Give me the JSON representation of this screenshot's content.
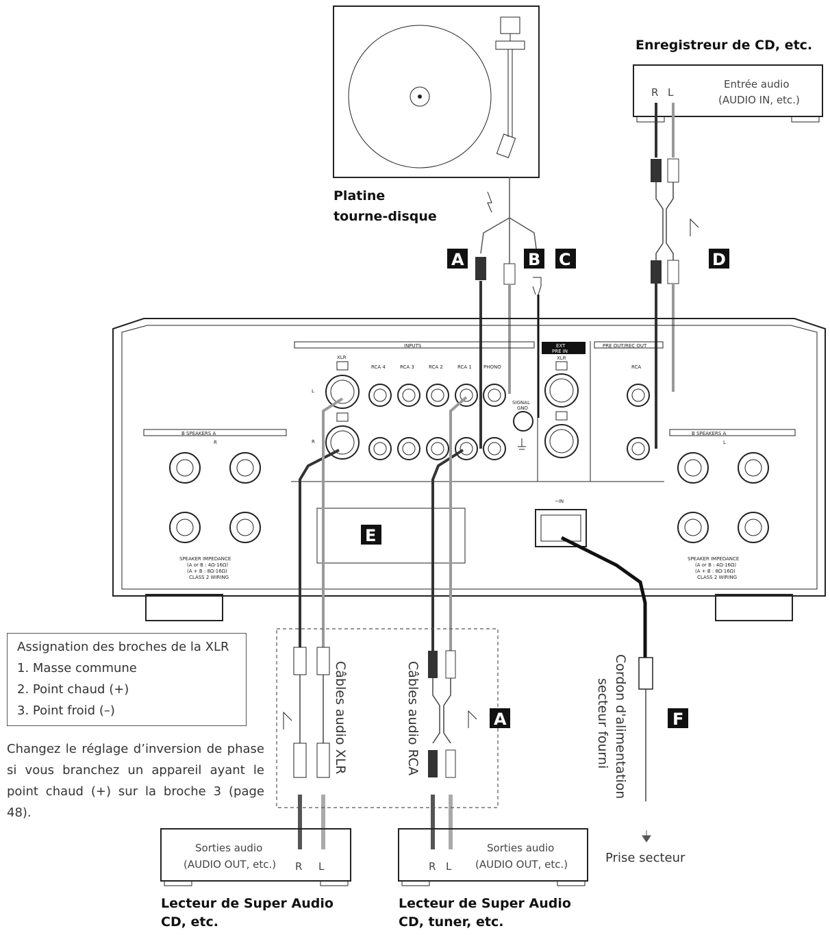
{
  "devices": {
    "turntable": {
      "label_line1": "Platine",
      "label_line2": "tourne-disque"
    },
    "cd_recorder": {
      "label": "Enregistreur de CD, etc.",
      "input_line1": "Entrée audio",
      "input_line2": "(AUDIO IN, etc.)",
      "r": "R",
      "l": "L"
    },
    "sacd_player_xlr": {
      "label_line1": "Lecteur de Super Audio",
      "label_line2": "CD, etc.",
      "output_line1": "Sorties audio",
      "output_line2": "(AUDIO OUT, etc.)",
      "r": "R",
      "l": "L"
    },
    "sacd_player_rca": {
      "label_line1": "Lecteur de Super Audio",
      "label_line2": "CD, tuner, etc.",
      "output_line1": "Sorties audio",
      "output_line2": "(AUDIO OUT, etc.)",
      "r": "R",
      "l": "L"
    }
  },
  "cables": {
    "xlr": "Câbles audio XLR",
    "rca": "Câbles audio RCA",
    "power_line1": "Cordon d'alimentation",
    "power_line2": "secteur fourni",
    "outlet": "Prise secteur"
  },
  "letters": {
    "a": "A",
    "b": "B",
    "c": "C",
    "d": "D",
    "e": "E",
    "f": "F",
    "a2": "A"
  },
  "panel": {
    "inputs": "INPUTS",
    "xlr": "XLR",
    "rca4": "RCA 4",
    "rca3": "RCA 3",
    "rca2": "RCA 2",
    "rca1": "RCA 1",
    "phono": "PHONO",
    "signal_gnd_1": "SIGNAL",
    "signal_gnd_2": "GND",
    "ext_pre_1": "EXT",
    "ext_pre_2": "PRE IN",
    "ext_xlr": "XLR",
    "pre_out": "PRE OUT/REC OUT",
    "rca": "RCA",
    "speakers_left": "B      SPEAKERS      A",
    "speakers_right": "B      SPEAKERS      A",
    "speaker_r": "R",
    "speaker_l": "L",
    "impedance_1": "SPEAKER IMPEDANCE",
    "impedance_2": "(A or B : 4Ω-16Ω)",
    "impedance_3": "(A + B : 8Ω-16Ω)",
    "impedance_4": "CLASS 2 WIRING",
    "ac_in": "~IN",
    "l": "L",
    "r": "R"
  },
  "xlr_note": {
    "title": "Assignation des broches de la XLR",
    "pin1": "1. Masse commune",
    "pin2": "2. Point chaud (+)",
    "pin3": "3. Point froid (–)",
    "paragraph": "Changez le réglage d’inversion de phase si vous branchez un appareil ayant le point chaud (+) sur la broche 3 (page 48)."
  }
}
